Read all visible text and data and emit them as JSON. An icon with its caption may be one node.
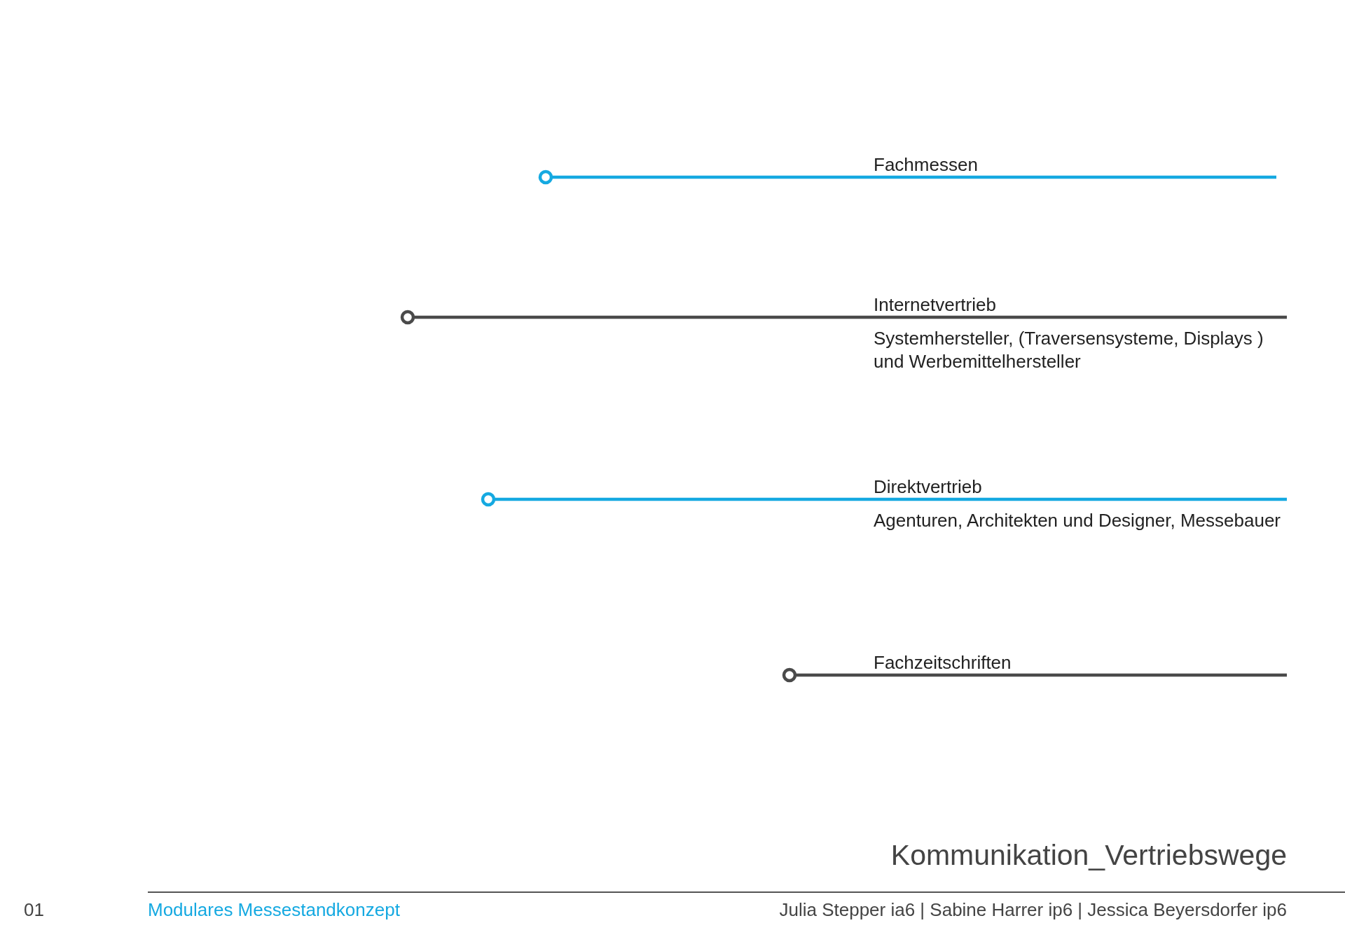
{
  "diagram": {
    "title": "Kommunikation_Vertriebswege",
    "nodes": [
      {
        "text": [
          "Fachmessen"
        ]
      },
      {
        "text": [
          "Internetvertrieb",
          "Systemhersteller, (Traversensysteme, Displays ) und Werbemittelhersteller"
        ]
      },
      {
        "text": [
          "Direktvertrieb",
          "Agenturen, Architekten und Designer, Messebauer"
        ]
      },
      {
        "text": [
          "Fachzeitschriften"
        ]
      }
    ],
    "labels": [
      "01",
      "Modulares Messestandkonzept",
      "Julia Stepper ia6 | Sabine Harrer ip6 | Jessica Beyersdorfer ip6"
    ]
  }
}
